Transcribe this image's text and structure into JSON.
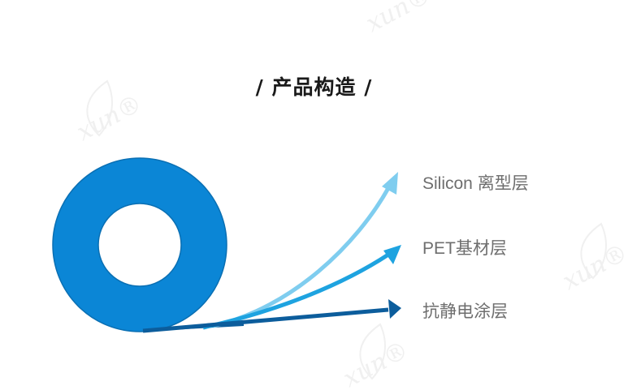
{
  "title": "/ 产品构造 /",
  "watermark": "xun®",
  "layers": [
    {
      "label": "Silicon 离型层",
      "color": "#7fcdef"
    },
    {
      "label": "PET基材层",
      "color": "#1ea3e0"
    },
    {
      "label": "抗静电涂层",
      "color": "#0c5d9c"
    }
  ],
  "colors": {
    "roll": "#0b86d6",
    "roll_outline": "#0a6fb3"
  }
}
